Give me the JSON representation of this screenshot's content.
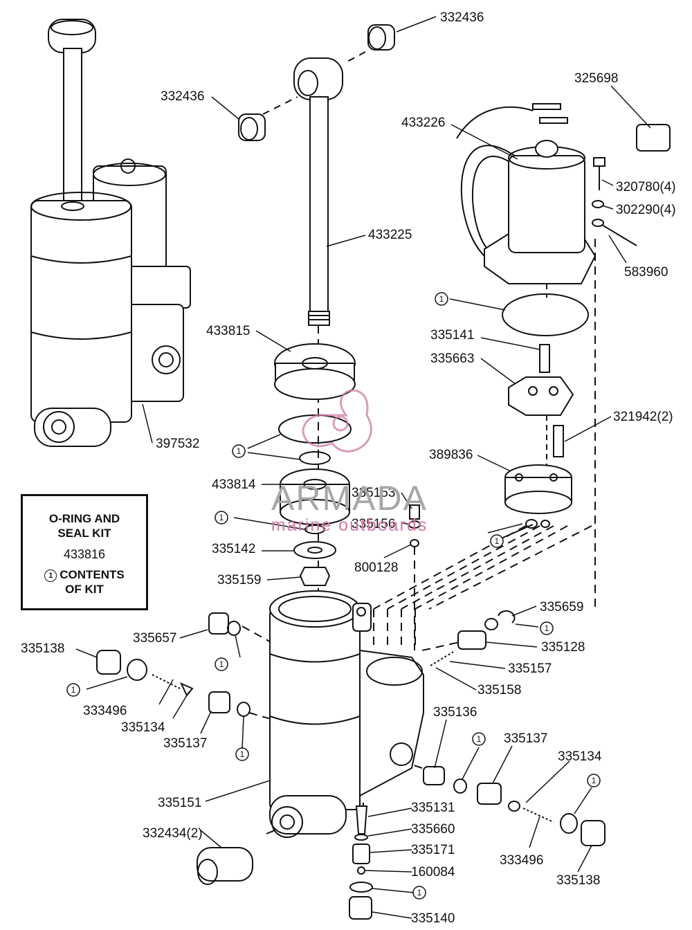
{
  "kit_box": {
    "title_line1": "O-RING AND",
    "title_line2": "SEAL KIT",
    "kit_number": "433816",
    "contents_marker": "1",
    "contents_line1": "CONTENTS",
    "contents_line2": "OF KIT"
  },
  "watermark": {
    "brand": "ARMADA",
    "tagline": "marine outboards"
  },
  "part_labels": [
    {
      "id": "p332436_top",
      "text": "332436"
    },
    {
      "id": "p332436_mid",
      "text": "332436"
    },
    {
      "id": "p325698",
      "text": "325698"
    },
    {
      "id": "p433226",
      "text": "433226"
    },
    {
      "id": "p320780",
      "text": "320780(4)"
    },
    {
      "id": "p302290",
      "text": "302290(4)"
    },
    {
      "id": "p433225",
      "text": "433225"
    },
    {
      "id": "p583960",
      "text": "583960"
    },
    {
      "id": "p433815",
      "text": "433815"
    },
    {
      "id": "p335141",
      "text": "335141"
    },
    {
      "id": "p335663",
      "text": "335663"
    },
    {
      "id": "p321942",
      "text": "321942(2)"
    },
    {
      "id": "p397532",
      "text": "397532"
    },
    {
      "id": "p389836",
      "text": "389836"
    },
    {
      "id": "p433814",
      "text": "433814"
    },
    {
      "id": "p335153",
      "text": "335153"
    },
    {
      "id": "p335156",
      "text": "335156"
    },
    {
      "id": "p335142",
      "text": "335142"
    },
    {
      "id": "p800128",
      "text": "800128"
    },
    {
      "id": "p335159",
      "text": "335159"
    },
    {
      "id": "p335659",
      "text": "335659"
    },
    {
      "id": "p335657",
      "text": "335657"
    },
    {
      "id": "p335138_left",
      "text": "335138"
    },
    {
      "id": "p335128",
      "text": "335128"
    },
    {
      "id": "p335157",
      "text": "335157"
    },
    {
      "id": "p335158",
      "text": "335158"
    },
    {
      "id": "p333496_left",
      "text": "333496"
    },
    {
      "id": "p335134_left",
      "text": "335134"
    },
    {
      "id": "p335136",
      "text": "335136"
    },
    {
      "id": "p335137_left",
      "text": "335137"
    },
    {
      "id": "p335137_right",
      "text": "335137"
    },
    {
      "id": "p335134_right",
      "text": "335134"
    },
    {
      "id": "p335151",
      "text": "335151"
    },
    {
      "id": "p335131",
      "text": "335131"
    },
    {
      "id": "p332434",
      "text": "332434(2)"
    },
    {
      "id": "p335660",
      "text": "335660"
    },
    {
      "id": "p335171",
      "text": "335171"
    },
    {
      "id": "p333496_right",
      "text": "333496"
    },
    {
      "id": "p160084",
      "text": "160084"
    },
    {
      "id": "p335138_right",
      "text": "335138"
    },
    {
      "id": "p335140",
      "text": "335140"
    }
  ],
  "kit_markers": [
    {
      "id": "m_oring_motor",
      "text": "1"
    },
    {
      "id": "m_seal_pair",
      "text": "1"
    },
    {
      "id": "m_oring_small",
      "text": "1"
    },
    {
      "id": "m_valve_oring",
      "text": "1"
    },
    {
      "id": "m_335659",
      "text": "1"
    },
    {
      "id": "m_335657",
      "text": "1"
    },
    {
      "id": "m_335138_left",
      "text": "1"
    },
    {
      "id": "m_335137_left",
      "text": "1"
    },
    {
      "id": "m_335136",
      "text": "1"
    },
    {
      "id": "m_335138_right",
      "text": "1"
    },
    {
      "id": "m_bottom",
      "text": "1"
    }
  ],
  "colors": {
    "ink": "#111111",
    "watermark_gray": "#a7a7a7",
    "watermark_pink": "#cf7aa6"
  }
}
